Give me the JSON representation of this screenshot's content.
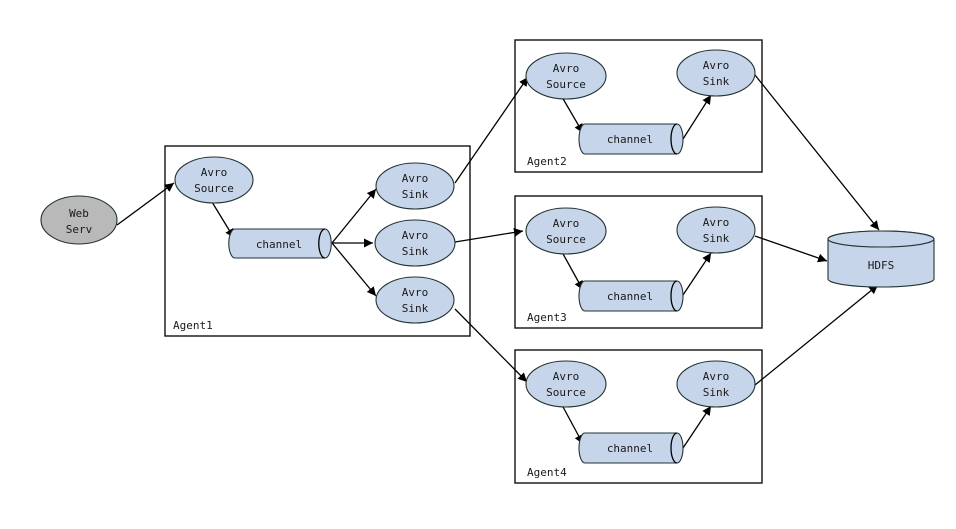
{
  "webserver": {
    "line1": "Web",
    "line2": "Serv"
  },
  "hdfs": {
    "label": "HDFS"
  },
  "agent1": {
    "name": "Agent1",
    "source": {
      "line1": "Avro",
      "line2": "Source"
    },
    "channel": "channel",
    "sinks": [
      {
        "line1": "Avro",
        "line2": "Sink"
      },
      {
        "line1": "Avro",
        "line2": "Sink"
      },
      {
        "line1": "Avro",
        "line2": "Sink"
      }
    ]
  },
  "agent2": {
    "name": "Agent2",
    "source": {
      "line1": "Avro",
      "line2": "Source"
    },
    "channel": "channel",
    "sink": {
      "line1": "Avro",
      "line2": "Sink"
    }
  },
  "agent3": {
    "name": "Agent3",
    "source": {
      "line1": "Avro",
      "line2": "Source"
    },
    "channel": "channel",
    "sink": {
      "line1": "Avro",
      "line2": "Sink"
    }
  },
  "agent4": {
    "name": "Agent4",
    "source": {
      "line1": "Avro",
      "line2": "Source"
    },
    "channel": "channel",
    "sink": {
      "line1": "Avro",
      "line2": "Sink"
    }
  }
}
